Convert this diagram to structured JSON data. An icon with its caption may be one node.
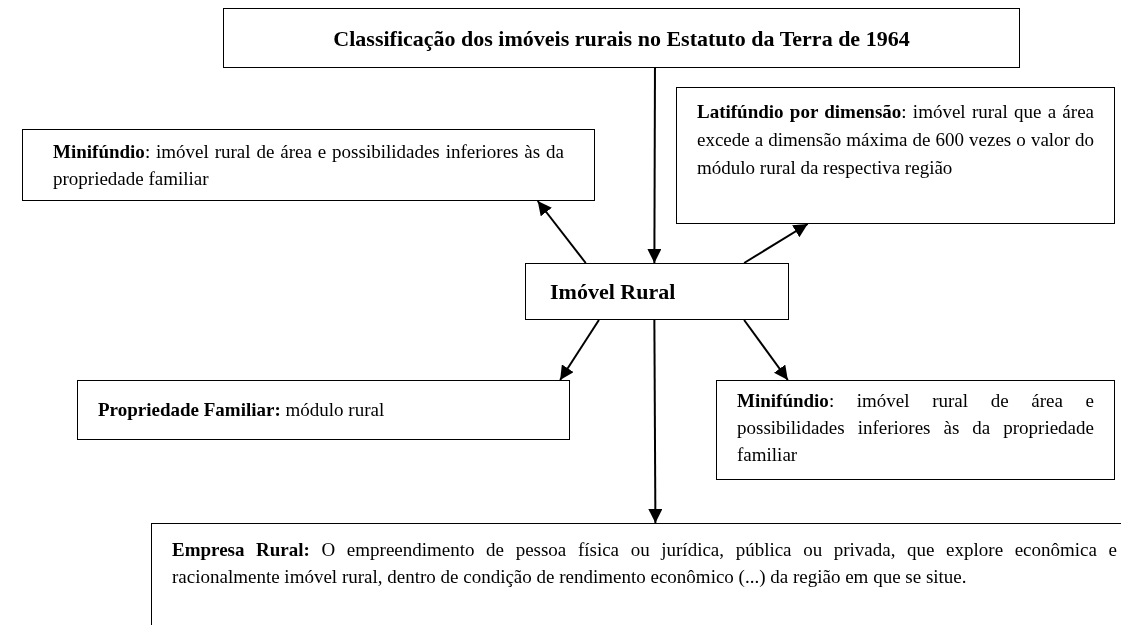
{
  "diagram": {
    "nodes": [
      {
        "text": [
          "Classificação dos imóveis rurais no Estatuto da Terra de 1964"
        ]
      },
      {
        "text": [
          "**Minifúndio**: imóvel rural de área e possibilidades inferiores às da propriedade familiar"
        ]
      },
      {
        "text": [
          "**Latifúndio por dimensão**: imóvel rural que a área excede a dimensão máxima de 600 vezes o valor do módulo rural da respectiva região"
        ]
      },
      {
        "text": [
          "Imóvel Rural"
        ]
      },
      {
        "text": [
          "**Propriedade Familiar:** módulo rural"
        ]
      },
      {
        "text": [
          "**Minifúndio**: imóvel rural de área e possibilidades inferiores às da propriedade familiar"
        ]
      },
      {
        "text": [
          "**Empresa Rural:** O empreendimento de pessoa física ou jurídica, pública ou privada, que explore econômica e racionalmente imóvel rural, dentro de condição de rendimento econômico (...) da região em que se situe."
        ]
      }
    ],
    "edges": [
      {
        "from": 0,
        "to": 3,
        "arrow": "to"
      },
      {
        "from": 3,
        "to": 1,
        "arrow": "to"
      },
      {
        "from": 3,
        "to": 2,
        "arrow": "to"
      },
      {
        "from": 3,
        "to": 4,
        "arrow": "to"
      },
      {
        "from": 3,
        "to": 5,
        "arrow": "to"
      },
      {
        "from": 3,
        "to": 6,
        "arrow": "to"
      }
    ]
  }
}
